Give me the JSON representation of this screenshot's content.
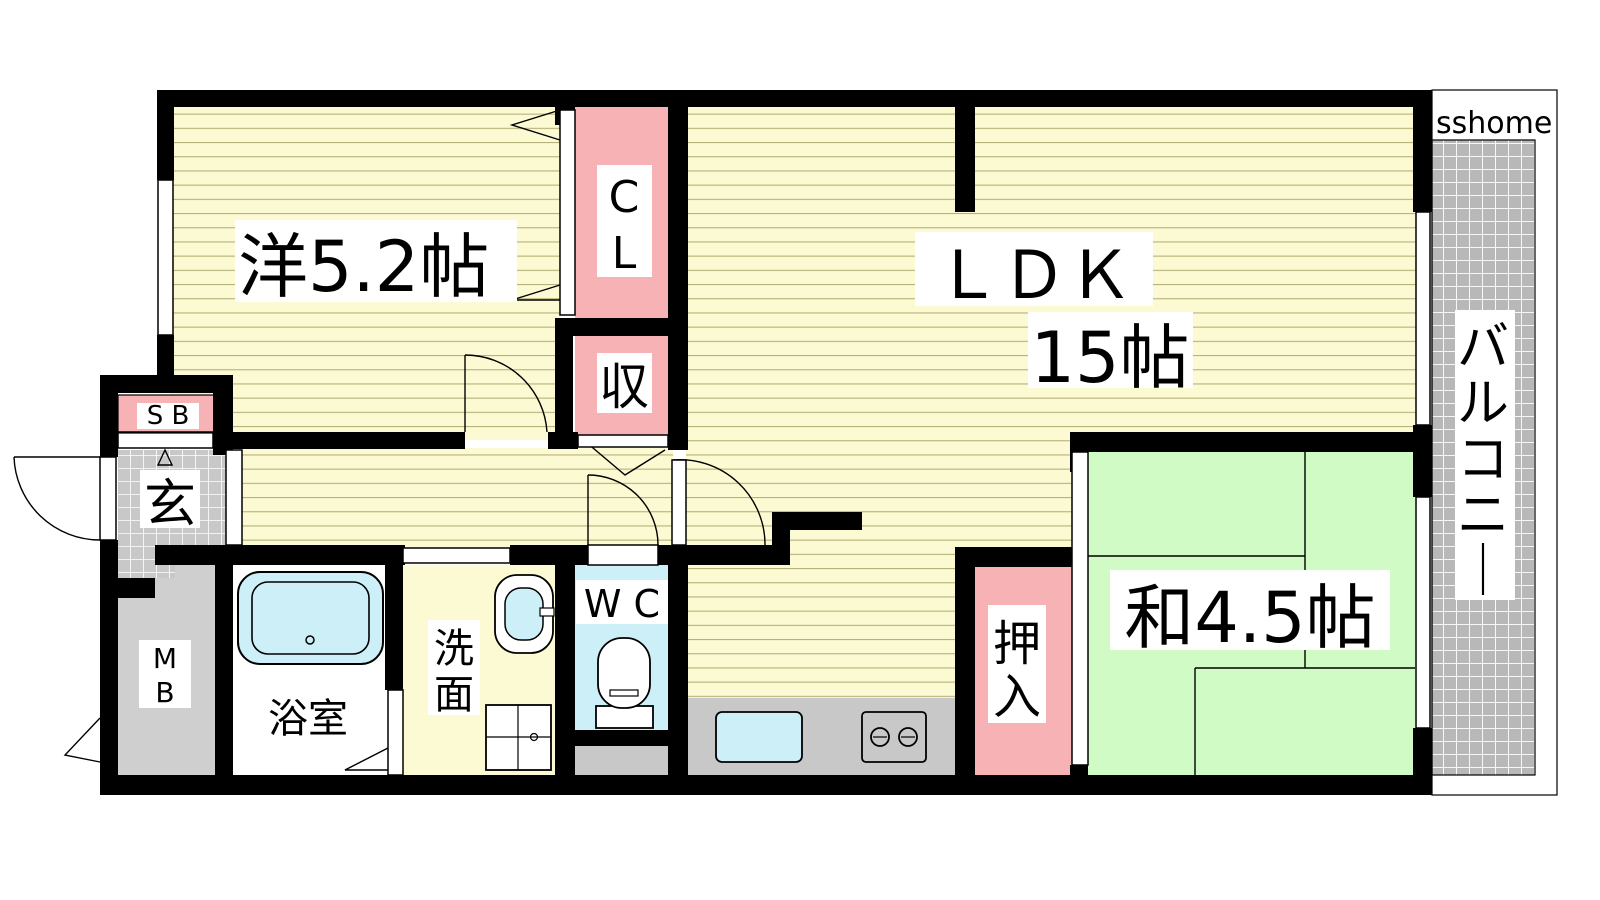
{
  "watermark": "sshome",
  "rooms": {
    "western": "洋5.2帖",
    "closet": "C L",
    "storage": "収",
    "ldk_name": "ＬＤＫ",
    "ldk_size": "15帖",
    "japanese": "和4.5帖",
    "oshiire_1": "押",
    "oshiire_2": "入",
    "balcony": "バルコニー",
    "shoe_box": "S B",
    "entrance": "玄",
    "meter_box": "M B",
    "bath": "浴室",
    "washroom_1": "洗",
    "washroom_2": "面",
    "toilet": "W C"
  },
  "colors": {
    "wall": "#000000",
    "flooring": "#fcfad2",
    "flooring_line": "#b5b17a",
    "storage": "#f7b2b5",
    "tatami": "#d1fbc4",
    "water": "#cdeff8",
    "tile": "#c8c8c8",
    "meter_box": "#cfcfcf"
  }
}
